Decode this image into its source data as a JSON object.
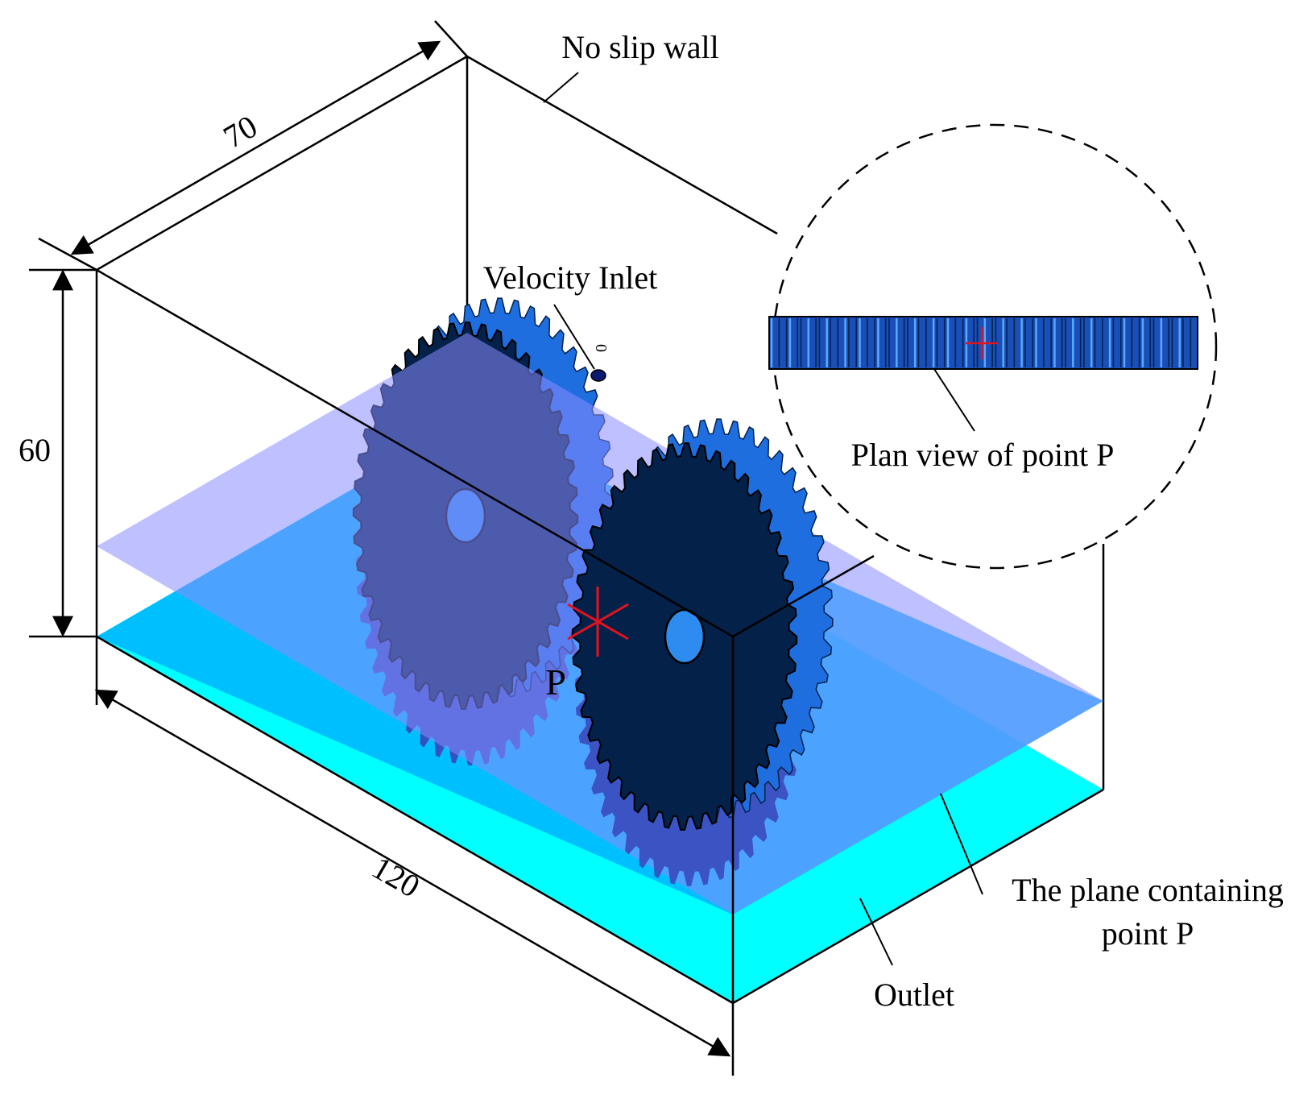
{
  "labels": {
    "no_slip_wall": "No slip wall",
    "velocity_inlet": "Velocity Inlet",
    "plan_view": "Plan view of point P",
    "plane_line1": "The plane containing",
    "plane_line2": "point P",
    "outlet": "Outlet",
    "point_p": "P"
  },
  "dimensions": {
    "length": "120",
    "depth": "70",
    "height": "60"
  },
  "inlet_marker": "0",
  "colors": {
    "gear_face": "#04214a",
    "gear_teeth": "#1e6ee0",
    "gear_teeth_light": "#5aa8ff",
    "gear_hole": "#2e8cf0",
    "outlet_plane": "#00ffff",
    "mid_plane": "#8a8cff",
    "point_marker": "#e0141e",
    "line": "#000000"
  }
}
